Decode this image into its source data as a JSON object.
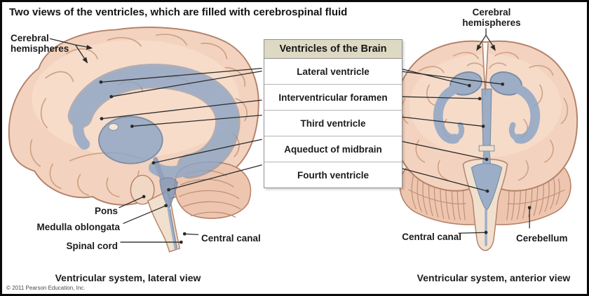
{
  "title": "Two views of the ventricles, which are  filled with cerebrospinal fluid",
  "table": {
    "header": "Ventricles of the Brain",
    "rows": [
      "Lateral ventricle",
      "Interventricular foramen",
      "Third ventricle",
      "Aqueduct of midbrain",
      "Fourth ventricle"
    ]
  },
  "lateral_view": {
    "labels": {
      "cerebral_hemispheres": "Cerebral hemispheres",
      "pons": "Pons",
      "medulla_oblongata": "Medulla oblongata",
      "spinal_cord": "Spinal cord",
      "central_canal": "Central canal"
    },
    "caption": "Ventricular system, lateral view"
  },
  "anterior_view": {
    "labels": {
      "cerebral_hemispheres": "Cerebral hemispheres",
      "central_canal": "Central canal",
      "cerebellum": "Cerebellum"
    },
    "caption": "Ventricular system, anterior view"
  },
  "copyright": "© 2011 Pearson Education, Inc.",
  "colors": {
    "ventricle_fluid_blue": "#8ea6c6",
    "brain_pink": "#f3d3bf",
    "brain_outline": "#b5826a",
    "table_header_bg": "#ded9c3",
    "frame_border": "#0a0a0a"
  }
}
